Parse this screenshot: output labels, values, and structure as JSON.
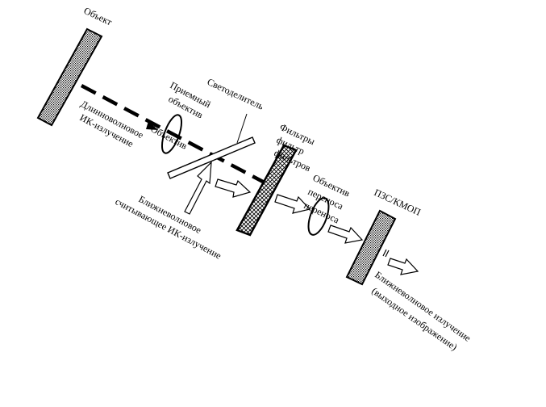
{
  "labels": {
    "object": "Объект",
    "lw_ir_line1": "Длинноволновое",
    "lw_ir_line2": "ИК-излучение",
    "receiving_lens_line1": "Приемный",
    "receiving_lens_line2": "объектив",
    "receiving_lens_overlap": "Объектив",
    "beam_splitter": "Светоделитель",
    "filters_line1": "Фильтры",
    "filters_line2": "фильтр",
    "filters_line3": "фильтров",
    "transfer_lens_line1": "Объектив",
    "transfer_lens_line2": "переноса",
    "transfer_lens_line3": "переноса",
    "sensor": "ПЗС/КМОП",
    "nir_readout_line1": "Ближневолновое",
    "nir_readout_line2": "считывающее ИК-излучение",
    "nir_output_line1": "Ближневолновое излучение",
    "nir_output_line2": "(выходное изображение)"
  },
  "colors": {
    "ink": "#000000",
    "paper": "#ffffff"
  }
}
